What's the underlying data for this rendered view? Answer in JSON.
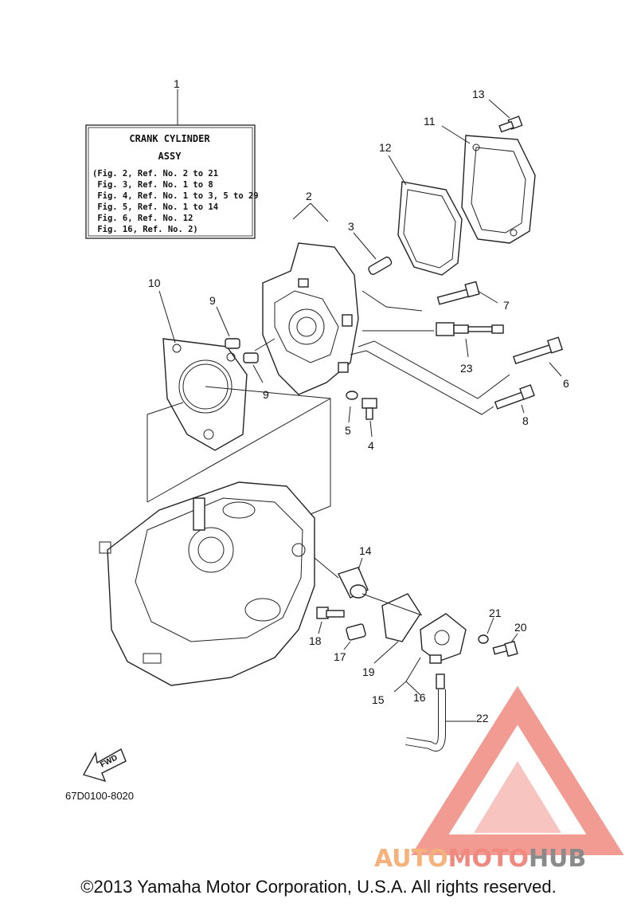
{
  "assy_box": {
    "title_line1": "CRANK CYLINDER",
    "title_line2": "ASSY",
    "lines": [
      "(Fig. 2, Ref. No. 2 to 21",
      " Fig. 3, Ref. No. 1 to 8",
      " Fig. 4, Ref. No. 1 to 3, 5 to 29",
      " Fig. 5, Ref. No. 1 to 14",
      " Fig. 6, Ref. No. 12",
      " Fig. 16, Ref. No. 2)"
    ]
  },
  "labels": {
    "n1": "1",
    "n2": "2",
    "n3": "3",
    "n4": "4",
    "n5": "5",
    "n6": "6",
    "n7": "7",
    "n8": "8",
    "n9a": "9",
    "n9b": "9",
    "n10": "10",
    "n11": "11",
    "n12": "12",
    "n13": "13",
    "n14": "14",
    "n15": "15",
    "n16": "16",
    "n17": "17",
    "n18": "18",
    "n19": "19",
    "n20": "20",
    "n21": "21",
    "n22": "22",
    "n23": "23"
  },
  "fwd_arrow": {
    "text": "FWD"
  },
  "diagram_code": "67D0100-8020",
  "watermark": {
    "part1": "AUTO",
    "part2": "MOTO",
    "part3": "HUB"
  },
  "colors": {
    "watermark_red": "#f08a80",
    "watermark_orange": "#f6b27a",
    "watermark_gray": "#8a8a8a"
  },
  "copyright": "©2013 Yamaha Motor Corporation, U.S.A. All rights reserved."
}
